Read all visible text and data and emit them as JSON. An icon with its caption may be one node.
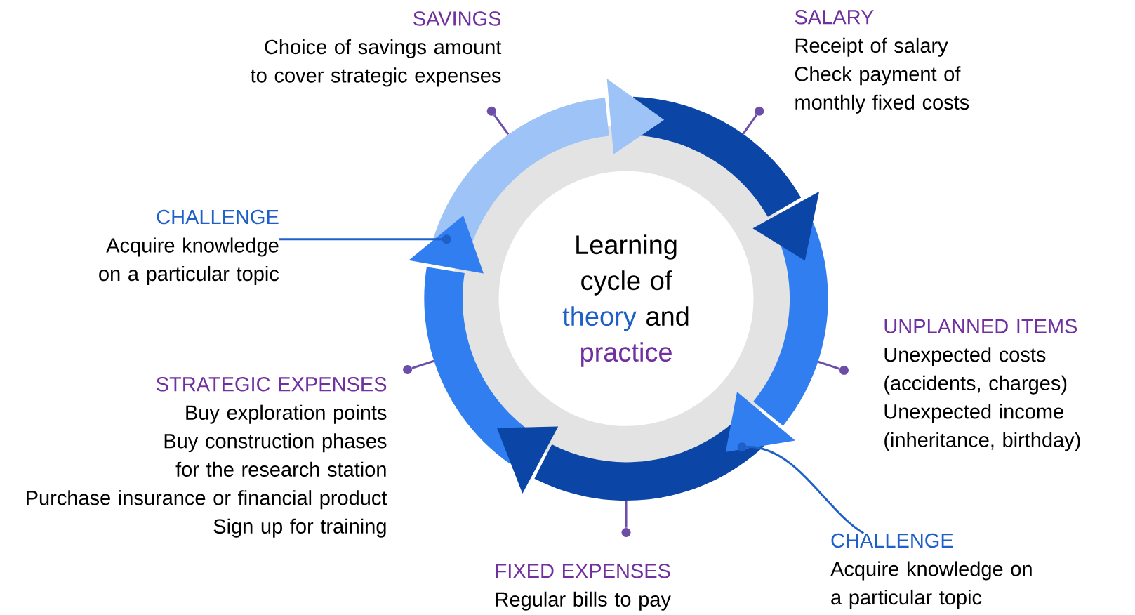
{
  "diagram": {
    "nodes": [
      {
        "text": [],
        "shape": "circle"
      },
      {
        "text": [
          "Learning cycle of",
          "theory",
          "and",
          "practice"
        ],
        "in": 0
      },
      {
        "text": [
          "SAVINGS",
          "Choice of savings amount to cover strategic expenses"
        ]
      },
      {
        "text": [
          "SALARY",
          "Receipt of salary",
          "Check payment of monthly fixed costs"
        ]
      },
      {
        "text": [
          "CHALLENGE",
          "Acquire knowledge on a particular topic"
        ]
      },
      {
        "text": [
          "UNPLANNED ITEMS",
          "Unexpected costs (accidents, charges)",
          "Unexpected income (inheritance, birthday)"
        ]
      },
      {
        "text": [
          "STRATEGIC EXPENSES",
          "Buy exploration points",
          "Buy construction phases for the research station",
          "Purchase insurance or financial product",
          "Sign up for training"
        ]
      },
      {
        "text": [
          "CHALLENGE",
          "Acquire knowledge on a particular topic"
        ]
      },
      {
        "text": [
          "FIXED EXPENSES",
          "Regular bills to pay"
        ]
      },
      {
        "text": [],
        "shape": "circle"
      },
      {
        "text": [],
        "shape": "circle"
      },
      {
        "text": [],
        "shape": "circle"
      },
      {
        "text": [],
        "shape": "circle"
      },
      {
        "text": [],
        "shape": "circle"
      },
      {
        "text": [],
        "shape": "circle"
      },
      {
        "text": [],
        "shape": "circle"
      }
    ],
    "edges": [
      {
        "from": 0,
        "to": 9,
        "arrow": "none"
      },
      {
        "from": 0,
        "to": 10,
        "arrow": "none"
      },
      {
        "from": 4,
        "to": 11,
        "arrow": "none",
        "color": "#1f5fc8"
      },
      {
        "from": 0,
        "to": 12,
        "arrow": "none"
      },
      {
        "from": 0,
        "to": 13,
        "arrow": "none"
      },
      {
        "from": 7,
        "to": 14,
        "arrow": "none",
        "color": "#1f5fc8"
      },
      {
        "from": 0,
        "to": 15,
        "arrow": "none"
      }
    ]
  }
}
